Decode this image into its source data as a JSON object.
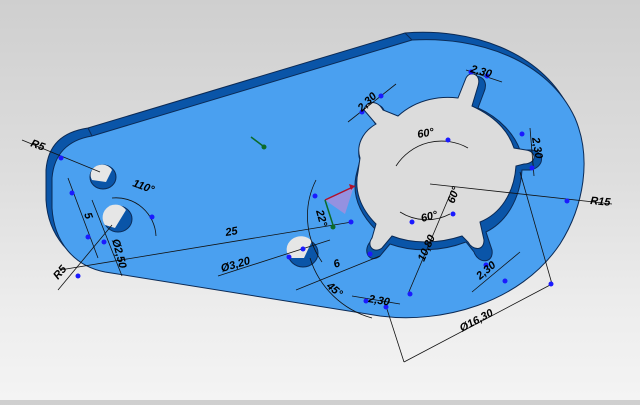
{
  "viewport": {
    "background_top": "#cfcfcf",
    "background_bottom": "#f4f4f4",
    "part_face_color": "#4aa0f0",
    "part_edge_color": "#0a55a8",
    "cutout_color": "#dcdcdc",
    "dimension_point_color": "#1a1aff"
  },
  "dimensions": {
    "r5_top": "R5",
    "r5_bottom": "R5",
    "angle_110": "110°",
    "spacing_5": "5",
    "dia_2_50": "Ø2,50",
    "length_25": "25",
    "dia_3_20": "Ø3,20",
    "angle_22": "22°",
    "length_6": "6",
    "angle_45": "45°",
    "width_2_30_top_left": "2,30",
    "width_2_30_top_right": "2,30",
    "width_2_30_right": "2,30",
    "width_2_30_bottom_right": "2,30",
    "width_2_30_bottom": "2,30",
    "angle_60_top": "60°",
    "angle_60_inner": "60°",
    "angle_60_side": "60°",
    "length_10_80": "10,80",
    "r15": "R15",
    "dia_16_30": "Ø16,30"
  }
}
